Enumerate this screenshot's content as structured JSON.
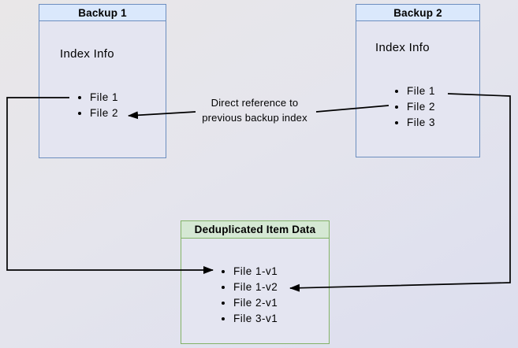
{
  "backup1": {
    "title": "Backup 1",
    "section_label": "Index Info",
    "files": [
      "File 1",
      "File 2"
    ]
  },
  "backup2": {
    "title": "Backup 2",
    "section_label": "Index Info",
    "files": [
      "File 1",
      "File 2",
      "File 3"
    ]
  },
  "dedup_store": {
    "title": "Deduplicated Item Data",
    "files": [
      "File 1-v1",
      "File 1-v2",
      "File 2-v1",
      "File 3-v1"
    ]
  },
  "annotation": {
    "line1": "Direct reference to",
    "line2": "previous backup index"
  },
  "colors": {
    "blue_border": "#6c8ebf",
    "blue_header_fill": "#dae8fc",
    "green_border": "#82b366",
    "green_header_fill": "#d5e8d4",
    "box_body_fill": "#e4e5f1",
    "arrow": "#000000",
    "text": "#000000"
  }
}
